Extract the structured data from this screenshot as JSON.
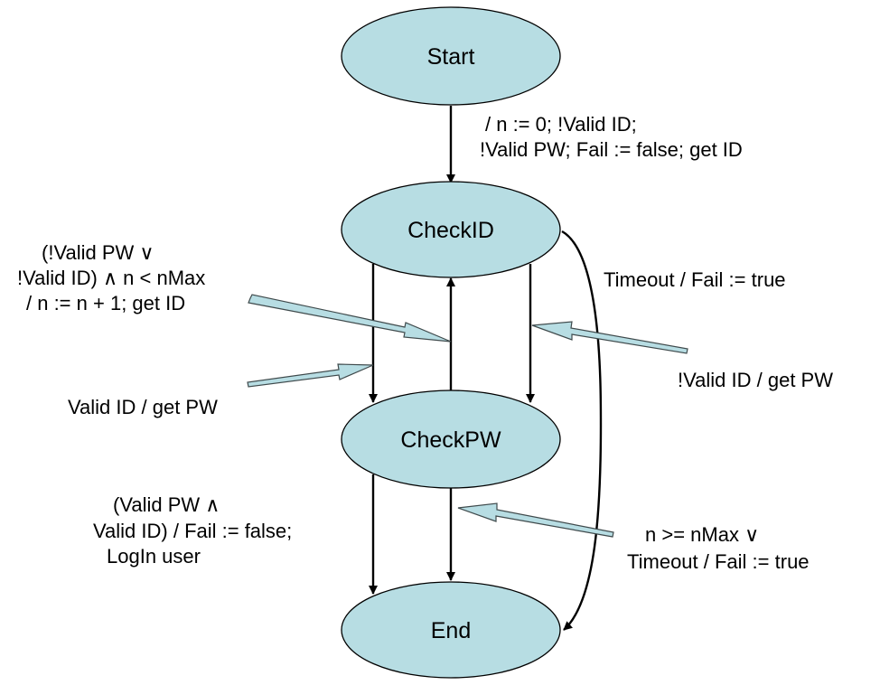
{
  "states": {
    "start": "Start",
    "check_id": "CheckID",
    "check_pw": "CheckPW",
    "end": "End"
  },
  "transitions": {
    "init": {
      "lines": [
        "/ n := 0; !Valid ID;",
        "!Valid PW; Fail := false; get ID"
      ]
    },
    "retry_id": {
      "lines": [
        "(!Valid PW ∨",
        "!Valid ID) ∧ n < nMax",
        "/ n := n + 1; get ID"
      ]
    },
    "valid_id": {
      "lines": [
        "Valid ID / get PW"
      ]
    },
    "timeout_id": {
      "lines": [
        "Timeout / Fail := true"
      ]
    },
    "invalid_id": {
      "lines": [
        "!Valid ID / get PW"
      ]
    },
    "login": {
      "lines": [
        "(Valid PW ∧",
        "Valid ID) / Fail := false;",
        "LogIn user"
      ]
    },
    "fail_pw": {
      "lines": [
        "n >= nMax ∨",
        "Timeout / Fail := true"
      ]
    }
  },
  "colors": {
    "state_fill": "#b7dde3",
    "stroke": "#000000"
  }
}
